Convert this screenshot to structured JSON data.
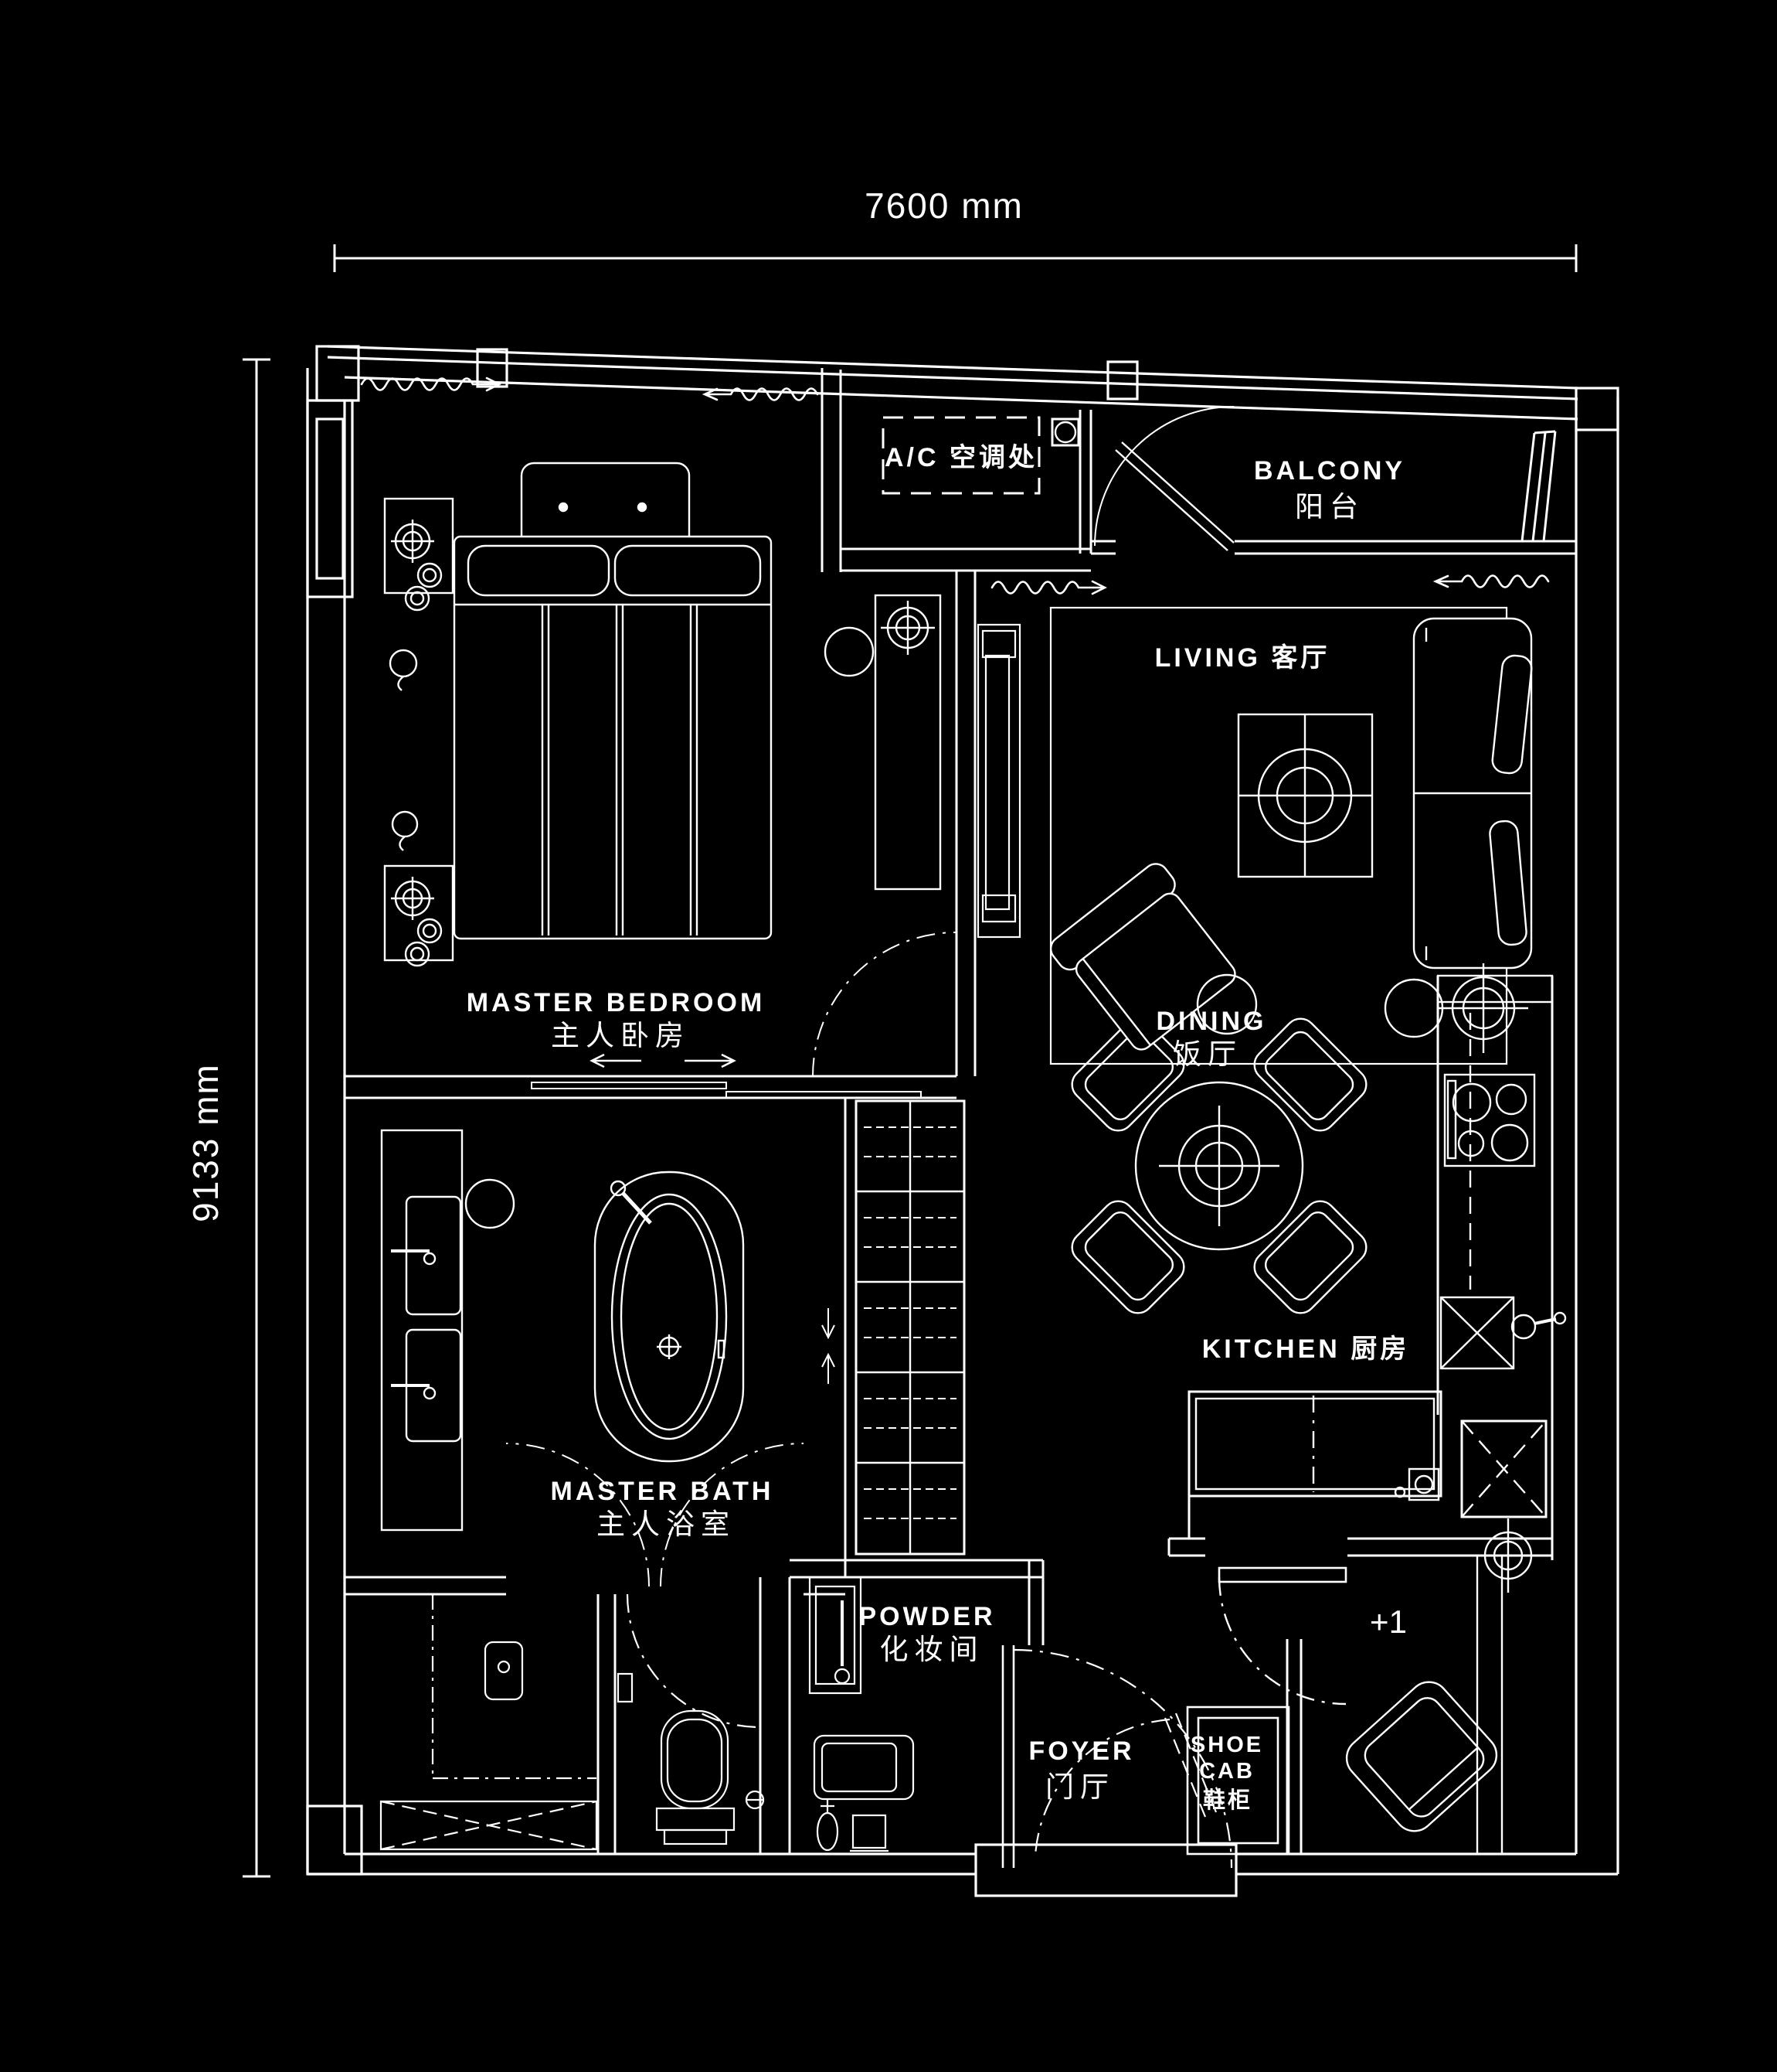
{
  "title": "apartment-floor-plan",
  "colors": {
    "background": "#000000",
    "line": "#ffffff"
  },
  "dimensions": {
    "width_label": "7600 mm",
    "height_label": "9133 mm"
  },
  "rooms": {
    "master_bedroom": {
      "en": "MASTER BEDROOM",
      "zh": "主人卧房"
    },
    "living": {
      "label": "LIVING 客厅"
    },
    "dining": {
      "en": "DINING",
      "zh": "饭厅"
    },
    "kitchen": {
      "label": "KITCHEN 厨房"
    },
    "balcony": {
      "en": "BALCONY",
      "zh": "阳台"
    },
    "master_bath": {
      "en": "MASTER BATH",
      "zh": "主人浴室"
    },
    "powder": {
      "en": "POWDER",
      "zh": "化妆间"
    },
    "foyer": {
      "en": "FOYER",
      "zh": "门厅"
    },
    "shoe_cab": {
      "line1": "SHOE",
      "line2": "CAB",
      "zh": "鞋柜"
    },
    "ac_zone": {
      "label": "A/C 空调处"
    },
    "plus_one": {
      "label": "+1"
    }
  },
  "icons": {
    "window_symbols": "wavy-slide-direction-arrows",
    "light_symbols": "crosshair-downlight",
    "door_symbols": "dash-dot-swing-arcs"
  }
}
